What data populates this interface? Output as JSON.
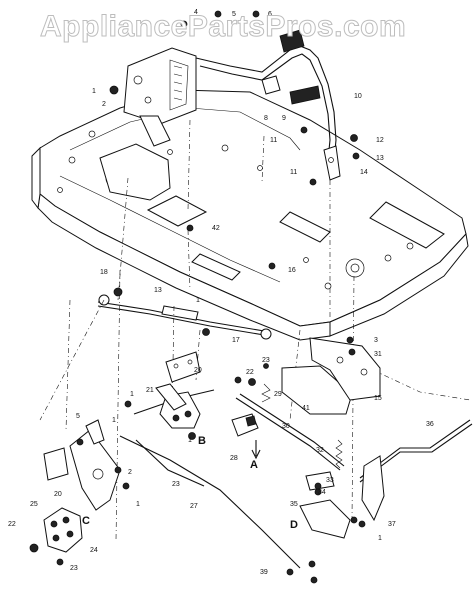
{
  "watermark": "AppliancePartsPros.com",
  "callouts": {
    "c1a": "1",
    "c1b": "1",
    "c1c": "1",
    "c1d": "1",
    "c1e": "1",
    "c1f": "1",
    "c2": "2",
    "c3": "3",
    "c4": "4",
    "c5a": "5",
    "c5b": "5",
    "c6": "6",
    "c8": "8",
    "c9": "9",
    "c10": "10",
    "c11a": "11",
    "c11b": "11",
    "c12": "12",
    "c13a": "13",
    "c13b": "13",
    "c14": "14",
    "c15": "15",
    "c16": "16",
    "c17": "17",
    "c18": "18",
    "c20a": "20",
    "c20b": "20",
    "c21": "21",
    "c22a": "22",
    "c22b": "22",
    "c23a": "23",
    "c23b": "23",
    "c23c": "23",
    "c24": "24",
    "c25": "25",
    "c27": "27",
    "c28": "28",
    "c29": "29",
    "c30": "30",
    "c31": "31",
    "c32": "32",
    "c33": "33",
    "c34": "34",
    "c35": "35",
    "c36": "36",
    "c37": "37",
    "c39": "39",
    "c41": "41",
    "c42": "42"
  },
  "detail_letters": {
    "A": "A",
    "B": "B",
    "C": "C",
    "D": "D"
  }
}
